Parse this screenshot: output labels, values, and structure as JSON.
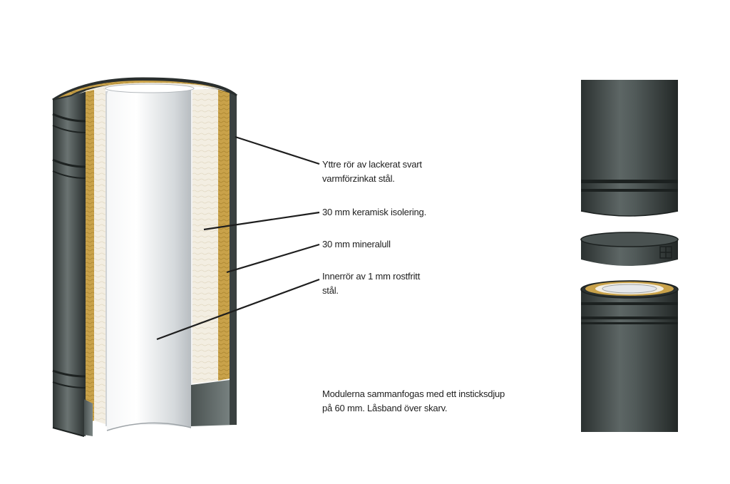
{
  "labels": {
    "outer_pipe": {
      "line1": "Yttre rör av lackerat svart",
      "line2": "varmförzinkat stål."
    },
    "ceramic_insulation": "30 mm keramisk isolering.",
    "mineral_wool": "30 mm mineralull",
    "inner_pipe": {
      "line1": "Innerrör av 1 mm rostfritt",
      "line2": "stål."
    },
    "caption": {
      "line1": "Modulerna sammanfogas med ett insticksdjup",
      "line2": "på 60 mm. Låsband över skarv."
    }
  },
  "colors": {
    "outer_steel": "#3d4443",
    "outer_steel_light": "#5f6867",
    "mineral_wool": "#c9a24a",
    "ceramic": "#f2ece0",
    "inner_steel": "#e6e8ea",
    "leader_line": "#1e1e1e"
  }
}
